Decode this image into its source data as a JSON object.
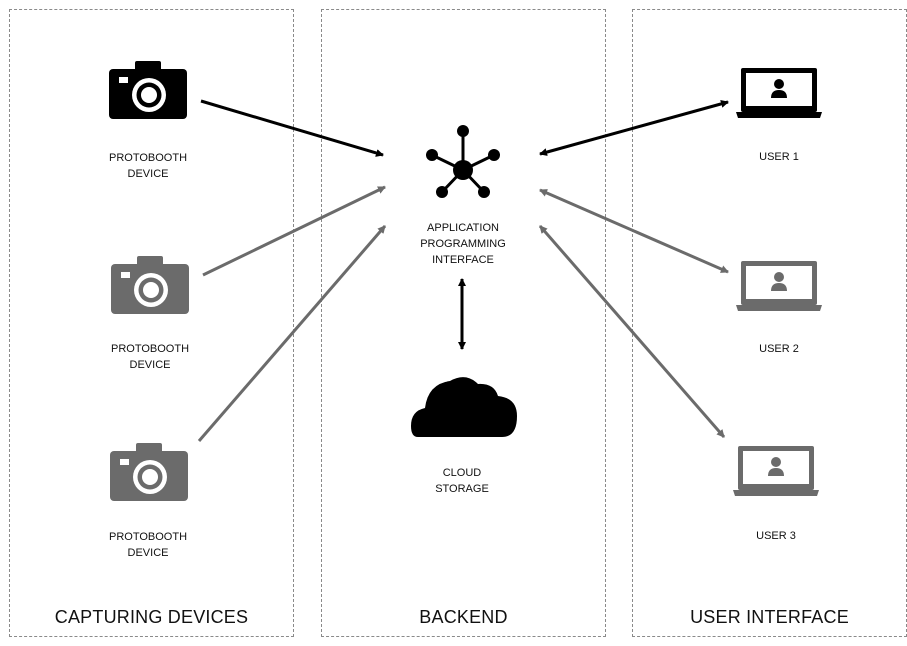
{
  "panels": [
    {
      "title": "CAPTURING DEVICES"
    },
    {
      "title": "BACKEND"
    },
    {
      "title": "USER INTERFACE"
    }
  ],
  "devices": [
    {
      "line1": "PROTOBOOTH",
      "line2": "DEVICE",
      "color": "#000000"
    },
    {
      "line1": "PROTOBOOTH",
      "line2": "DEVICE",
      "color": "#6b6b6b"
    },
    {
      "line1": "PROTOBOOTH",
      "line2": "DEVICE",
      "color": "#6b6b6b"
    }
  ],
  "api": {
    "line1": "APPLICATION",
    "line2": "PROGRAMMING",
    "line3": "INTERFACE",
    "icon": "network-hub-icon"
  },
  "storage": {
    "line1": "CLOUD",
    "line2": "STORAGE",
    "icon": "cloud-icon"
  },
  "users": [
    {
      "label": "USER 1",
      "color": "#000000"
    },
    {
      "label": "USER 2",
      "color": "#6b6b6b"
    },
    {
      "label": "USER 3",
      "color": "#6b6b6b"
    }
  ],
  "colors": {
    "primary": "#000000",
    "secondary": "#6b6b6b"
  }
}
